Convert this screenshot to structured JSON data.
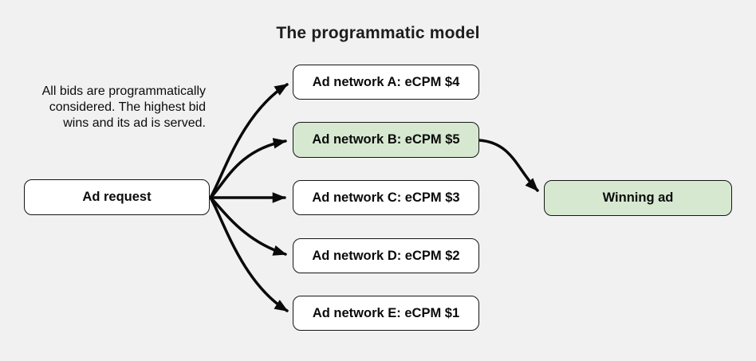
{
  "title": "The programmatic model",
  "note": "All bids are programmatically\nconsidered. The highest bid\nwins and its ad is served.",
  "nodes": {
    "ad_request": {
      "label": "Ad request",
      "highlighted": false
    },
    "network_a": {
      "label": "Ad network A: eCPM $4",
      "ecpm_usd": 4,
      "highlighted": false
    },
    "network_b": {
      "label": "Ad network B: eCPM $5",
      "ecpm_usd": 5,
      "highlighted": true
    },
    "network_c": {
      "label": "Ad network C: eCPM $3",
      "ecpm_usd": 3,
      "highlighted": false
    },
    "network_d": {
      "label": "Ad network D: eCPM $2",
      "ecpm_usd": 2,
      "highlighted": false
    },
    "network_e": {
      "label": "Ad network E: eCPM $1",
      "ecpm_usd": 1,
      "highlighted": false
    },
    "winning_ad": {
      "label": "Winning ad",
      "highlighted": true
    }
  },
  "edges": [
    {
      "from": "ad_request",
      "to": "network_a"
    },
    {
      "from": "ad_request",
      "to": "network_b"
    },
    {
      "from": "ad_request",
      "to": "network_c"
    },
    {
      "from": "ad_request",
      "to": "network_d"
    },
    {
      "from": "ad_request",
      "to": "network_e"
    },
    {
      "from": "network_b",
      "to": "winning_ad"
    }
  ],
  "colors": {
    "background": "#f1f1f2",
    "node_fill": "#ffffff",
    "highlight_green": "#d7e8d1",
    "border": "#151515",
    "arrow": "#0a0a0a",
    "text": "#0b0b0b"
  }
}
